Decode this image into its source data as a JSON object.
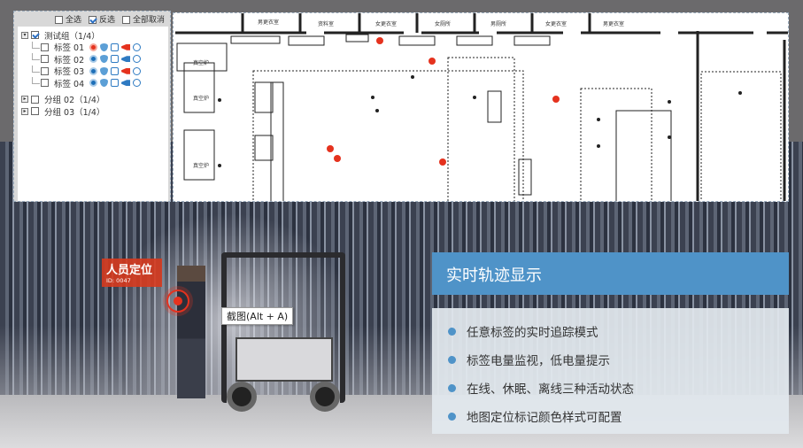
{
  "tree_panel": {
    "toolbar": [
      {
        "label": "全选",
        "checked": false
      },
      {
        "label": "反选",
        "checked": true
      },
      {
        "label": "全部取消",
        "checked": false
      }
    ],
    "groups": [
      {
        "label": "测试组（1/4）",
        "expanded": true,
        "checked": true,
        "tags": [
          {
            "label": "标签 01",
            "status": "red",
            "alarm": "red"
          },
          {
            "label": "标签 02",
            "status": "blue",
            "alarm": "blue"
          },
          {
            "label": "标签 03",
            "status": "blue",
            "alarm": "red"
          },
          {
            "label": "标签 04",
            "status": "blue",
            "alarm": "blue"
          }
        ]
      },
      {
        "label": "分组 02（1/4）",
        "expanded": false,
        "checked": false
      },
      {
        "label": "分组 03（1/4）",
        "expanded": false,
        "checked": false
      }
    ]
  },
  "map": {
    "rooms": [
      "男更衣室",
      "资料室",
      "女更衣室",
      "女厕所",
      "男厕所",
      "女更衣室",
      "男更衣室"
    ],
    "equipment": [
      "真空炉",
      "真空炉",
      "真空炉"
    ]
  },
  "overlay": {
    "tag_title": "人员定位",
    "tag_id": "ID: 0047",
    "tooltip": "截图(Alt + A)"
  },
  "features": {
    "title": "实时轨迹显示",
    "items": [
      "任意标签的实时追踪模式",
      "标签电量监视，低电量提示",
      "在线、休眠、离线三种活动状态",
      "地图定位标记颜色样式可配置"
    ]
  },
  "colors": {
    "accent": "#4f93c8",
    "alert": "#e5321e"
  }
}
